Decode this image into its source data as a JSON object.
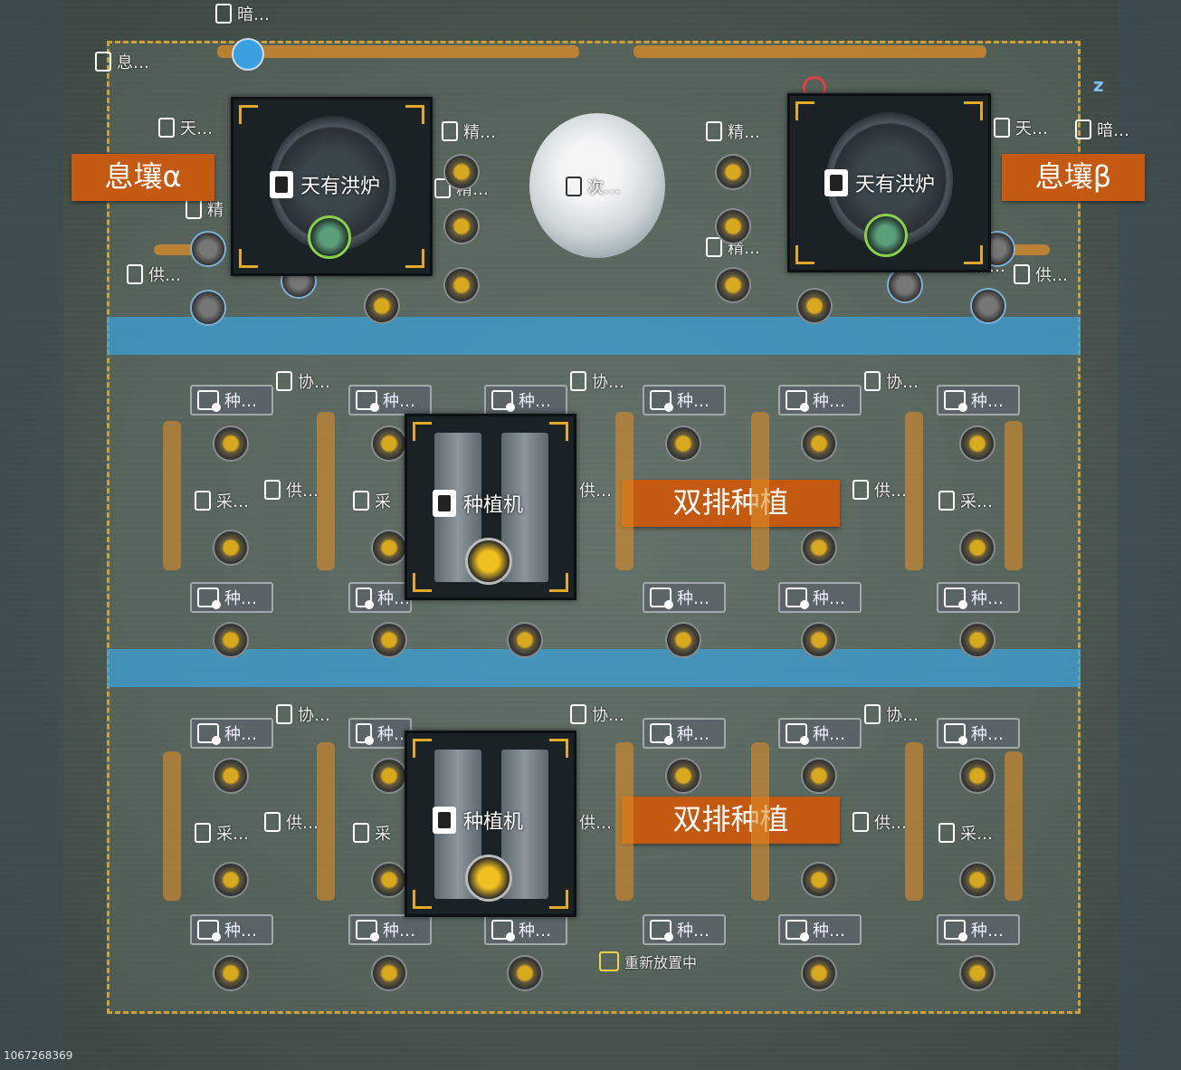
{
  "labels": {
    "xi_alpha": "息壤α",
    "xi_beta": "息壤β",
    "row1": "双排种植",
    "row2": "双排种植"
  },
  "machines": {
    "furnace_left": "天有洪炉",
    "furnace_right": "天有洪炉",
    "planter_top": "种植机",
    "planter_bottom": "种植机"
  },
  "center_orb": "次…",
  "top_small": {
    "dark_top": "暗…",
    "info_left": "息…",
    "sky_left": "天…",
    "refine_a": "精…",
    "refine_b": "精…",
    "refine_c": "精…",
    "refine_d": "精…",
    "sky_right": "天…",
    "dark_right": "暗…",
    "supply_left": "供…",
    "supply_right": "供…",
    "refine_left2": "精",
    "refine_right2": "精…"
  },
  "grid_small": {
    "plant": "种…",
    "collab": "协…",
    "harvest": "采…",
    "supply": "供…",
    "harvest_short": "采"
  },
  "status": "重新放置中",
  "footer_id": "1067268369",
  "colors": {
    "tag_bg": "#c45a12",
    "belt": "#dc8c28",
    "water": "#3ca0d7",
    "border_dash": "#c9a23a"
  }
}
